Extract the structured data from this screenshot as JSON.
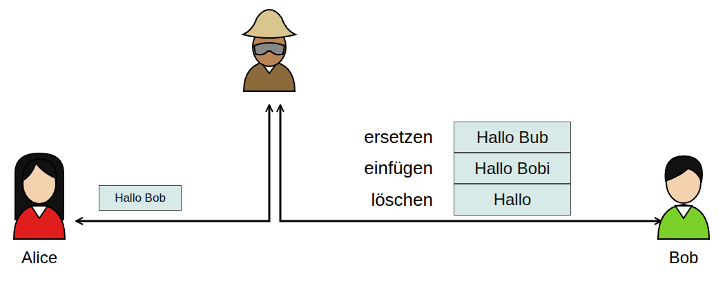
{
  "diagram": {
    "nodes": [
      {
        "text": [
          "Hallo Bob"
        ]
      },
      {
        "text": [
          "Hallo Bub"
        ]
      },
      {
        "text": [
          "Hallo Bobi"
        ]
      },
      {
        "text": [
          "Hallo"
        ]
      }
    ],
    "labels": [
      "ersetzen",
      "einfügen",
      "löschen",
      "Alice",
      "Bob"
    ]
  }
}
